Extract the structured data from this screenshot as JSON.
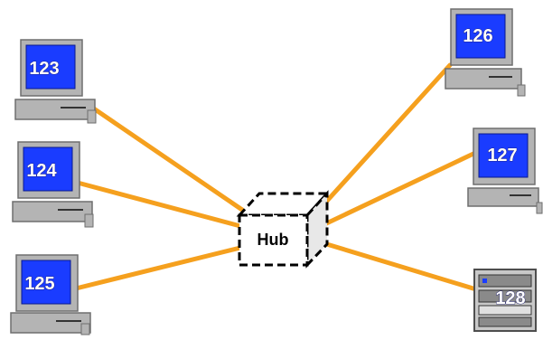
{
  "hub": {
    "label": "Hub"
  },
  "nodes": [
    {
      "id": "123",
      "label": "123",
      "kind": "computer"
    },
    {
      "id": "124",
      "label": "124",
      "kind": "computer"
    },
    {
      "id": "125",
      "label": "125",
      "kind": "computer"
    },
    {
      "id": "126",
      "label": "126",
      "kind": "computer"
    },
    {
      "id": "127",
      "label": "127",
      "kind": "computer"
    },
    {
      "id": "128",
      "label": "128",
      "kind": "server"
    }
  ],
  "colors": {
    "cable": "#f5a01e",
    "screen": "#1a3cff",
    "monitor_body": "#b4b4b4",
    "monitor_shadow": "#6e6e6e",
    "hub_fill": "#ffffff",
    "hub_border": "#000000"
  }
}
